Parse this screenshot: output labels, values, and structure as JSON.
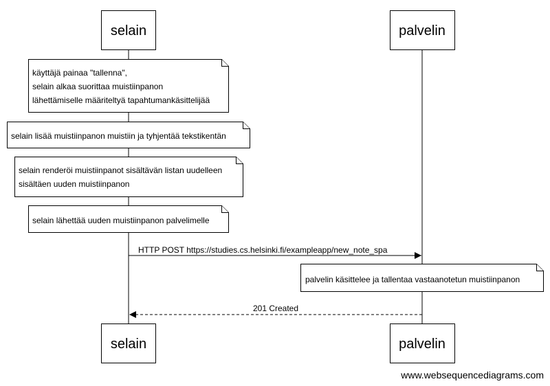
{
  "participants": [
    {
      "id": "selain",
      "label": "selain"
    },
    {
      "id": "palvelin",
      "label": "palvelin"
    }
  ],
  "notes": [
    {
      "over": "selain",
      "lines": [
        "käyttäjä painaa \"tallenna\",",
        "selain alkaa suorittaa muistiinpanon",
        "lähettämiselle määriteltyä tapahtumankäsittelijää"
      ]
    },
    {
      "over": "selain",
      "lines": [
        "selain lisää muistiinpanon muistiin ja tyhjentää tekstikentän"
      ]
    },
    {
      "over": "selain",
      "lines": [
        "selain renderöi muistiinpanot sisältävän listan uudelleen",
        "sisältäen uuden muistiinpanon"
      ]
    },
    {
      "over": "selain",
      "lines": [
        "selain lähettää uuden muistiinpanon palvelimelle"
      ]
    },
    {
      "over": "palvelin",
      "lines": [
        "palvelin käsittelee ja tallentaa vastaanotetun muistiinpanon"
      ]
    }
  ],
  "messages": [
    {
      "from": "selain",
      "to": "palvelin",
      "label": "HTTP POST https://studies.cs.helsinki.fi/exampleapp/new_note_spa",
      "style": "solid"
    },
    {
      "from": "palvelin",
      "to": "selain",
      "label": "201 Created",
      "style": "dashed"
    }
  ],
  "watermark": "www.websequencediagrams.com",
  "colors": {
    "line": "#000000",
    "background": "#ffffff"
  }
}
